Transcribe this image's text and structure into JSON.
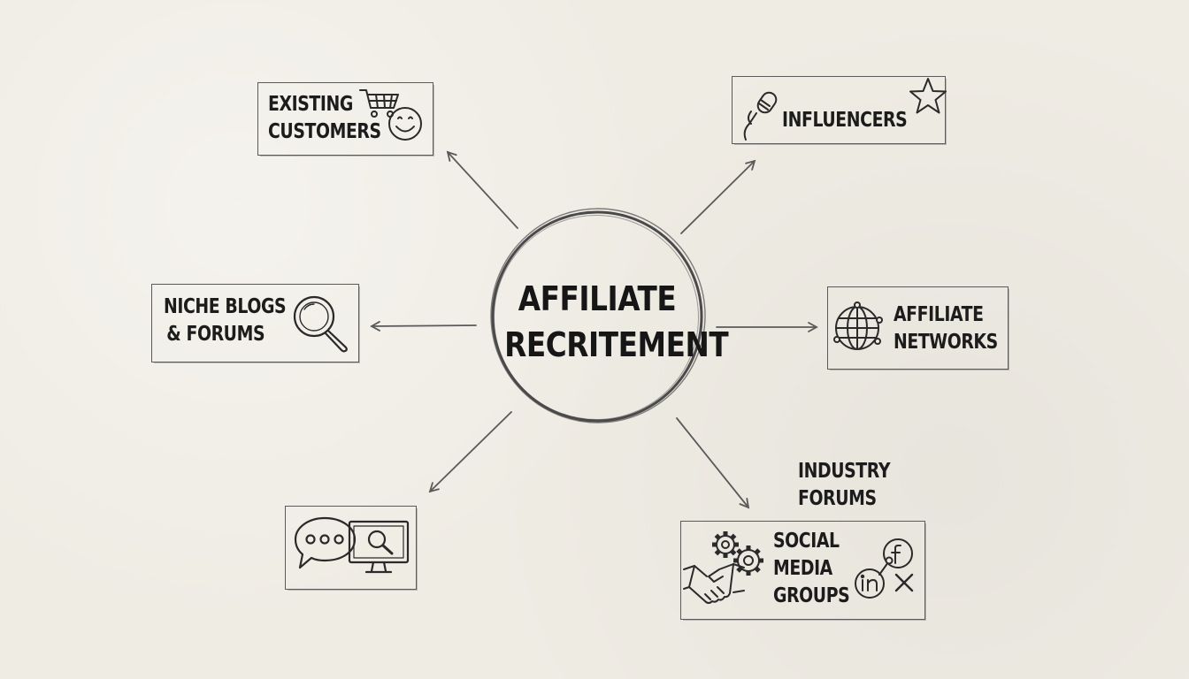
{
  "center": {
    "lines": [
      "AFFILIATE",
      "RECRITEMENT"
    ]
  },
  "nodes": {
    "existing_customers": {
      "lines": [
        "EXISTING",
        "CUSTOMERS"
      ]
    },
    "influencers": {
      "lines": [
        "INFLUENCERS"
      ]
    },
    "niche_blogs": {
      "lines": [
        "NICHE BLOGS",
        "& FORUMS"
      ]
    },
    "affiliate_networks": {
      "lines": [
        "AFFILIATE",
        "NETWORKS"
      ]
    },
    "industry_forums": {
      "lines": [
        "INDUSTRY",
        "FORUMS"
      ]
    },
    "social_media_groups": {
      "lines": [
        "SOCIAL",
        "MEDIA",
        "GROUPS"
      ]
    }
  },
  "icons": [
    "shopping-cart-icon",
    "smiley-icon",
    "microphone-icon",
    "star-icon",
    "magnifier-icon",
    "globe-network-icon",
    "speech-bubble-icon",
    "monitor-search-icon",
    "gears-icon",
    "handshake-icon",
    "facebook-icon",
    "linkedin-icon",
    "x-logo-icon"
  ],
  "colors": {
    "background": "#efece4",
    "ink": "#1e1e1e",
    "line": "#5a5a5a"
  }
}
